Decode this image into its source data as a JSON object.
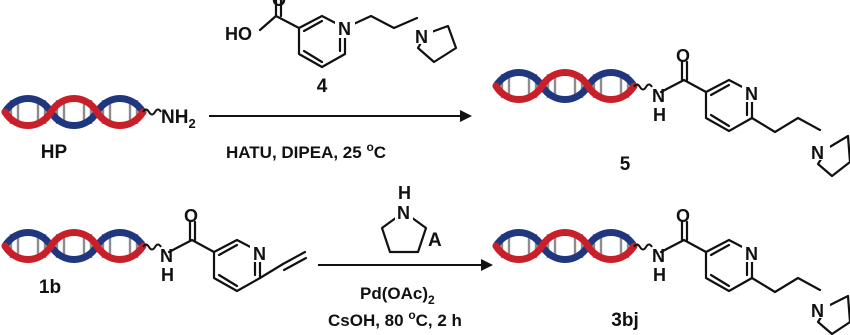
{
  "colors": {
    "strand_red": "#c8202a",
    "strand_blue": "#20367e",
    "rung_gray": "#8d8d8d",
    "ink": "#111111"
  },
  "reaction1": {
    "reagent": {
      "label": "4",
      "atoms": {
        "ho": "HO",
        "o": "O",
        "n_ring": "N",
        "n_amine": "N"
      }
    },
    "start": {
      "label": "HP",
      "group": "NH",
      "group_sub": "2"
    },
    "conditions": {
      "prefix": "HATU, DIPEA, 25 ",
      "sup": "o",
      "suffix": "C"
    },
    "product": {
      "label": "5",
      "atoms": {
        "o": "O",
        "nh": "N",
        "h": "H",
        "n_ring": "N",
        "n_amine": "N"
      }
    }
  },
  "reaction2": {
    "start": {
      "label": "1b",
      "atoms": {
        "o": "O",
        "nh": "N",
        "h": "H",
        "n_ring": "N"
      }
    },
    "reagent": {
      "label": "A",
      "atoms": {
        "n": "N",
        "h": "H"
      }
    },
    "catalyst": {
      "main": "Pd(OAc)",
      "sub": "2"
    },
    "conditions": {
      "prefix": "CsOH, 80 ",
      "sup": "o",
      "suffix": "C, 2 h"
    },
    "product": {
      "label": "3bj",
      "atoms": {
        "o": "O",
        "nh": "N",
        "h": "H",
        "n_ring": "N",
        "n_amine": "N"
      }
    }
  }
}
